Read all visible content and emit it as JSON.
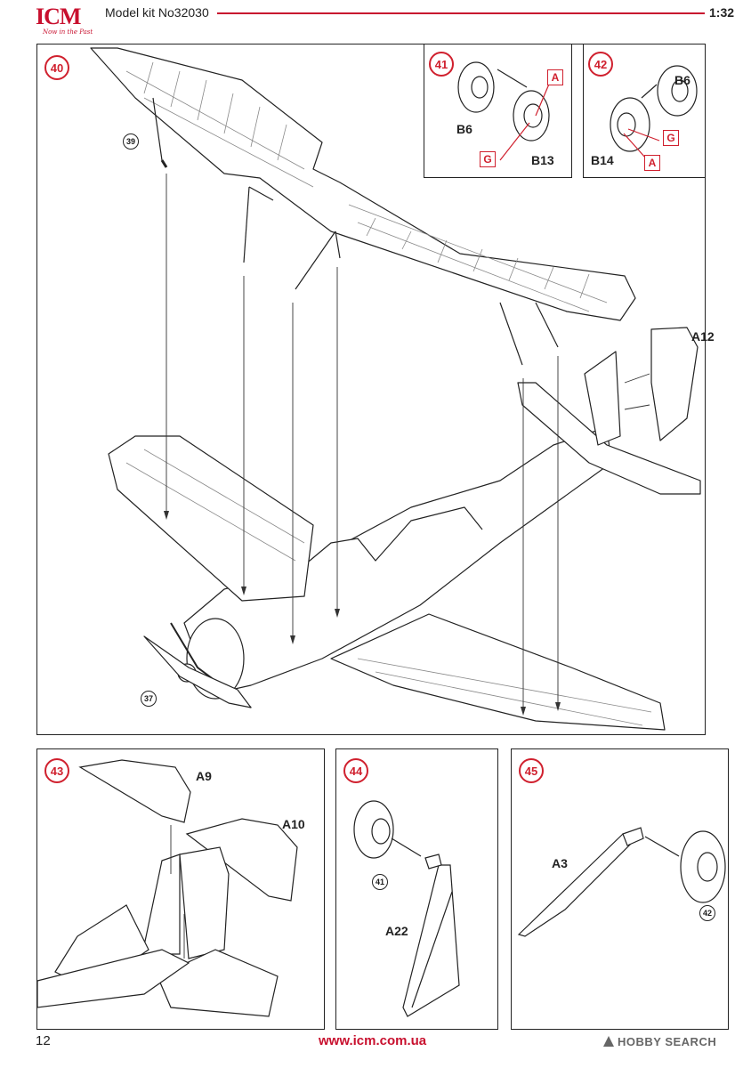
{
  "header": {
    "brand": "ICM",
    "tagline": "Now in the Past",
    "model_kit": "Model kit No32030",
    "scale": "1:32"
  },
  "steps": {
    "s40": {
      "number": "40",
      "ref_39": "39",
      "ref_37": "37",
      "part_a12": "A12"
    },
    "s41": {
      "number": "41",
      "part_b6": "B6",
      "part_b13": "B13",
      "tag_a": "A",
      "tag_g": "G"
    },
    "s42": {
      "number": "42",
      "part_b6": "B6",
      "part_b14": "B14",
      "tag_a": "A",
      "tag_g": "G"
    },
    "s43": {
      "number": "43",
      "part_a9": "A9",
      "part_a10": "A10"
    },
    "s44": {
      "number": "44",
      "ref_41": "41",
      "part_a22": "A22"
    },
    "s45": {
      "number": "45",
      "part_a3": "A3",
      "ref_42": "42"
    }
  },
  "footer": {
    "page_number": "12",
    "website": "www.icm.com.ua",
    "watermark": "HOBBY SEARCH"
  },
  "colors": {
    "brand_red": "#c8102e",
    "badge_red": "#d0202e",
    "line": "#222222"
  },
  "icons": [
    "step-badge",
    "reference-circle",
    "attachment-tag",
    "assembly-arrow"
  ]
}
